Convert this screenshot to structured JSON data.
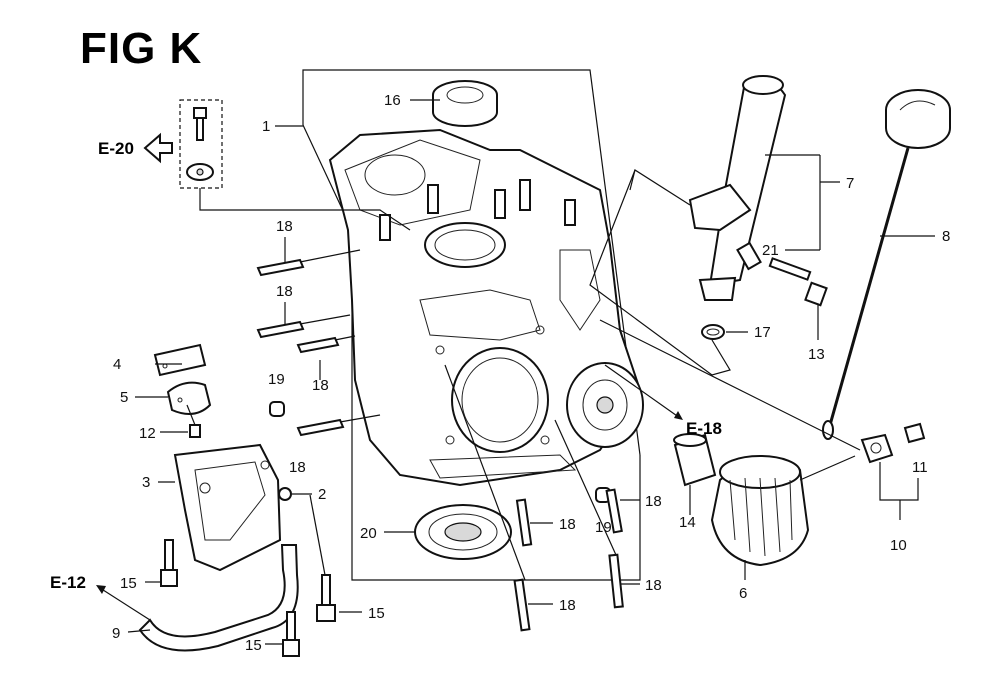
{
  "figure": {
    "title": "FIG K"
  },
  "callouts": {
    "c1": "1",
    "c2": "2",
    "c3": "3",
    "c4": "4",
    "c5": "5",
    "c6": "6",
    "c7": "7",
    "c8": "8",
    "c9": "9",
    "c10": "10",
    "c11": "11",
    "c12": "12",
    "c13": "13",
    "c14": "14",
    "c15a": "15",
    "c15b": "15",
    "c15c": "15",
    "c16": "16",
    "c17": "17",
    "c18a": "18",
    "c18b": "18",
    "c18c": "18",
    "c18d": "18",
    "c18e": "18",
    "c18f": "18",
    "c18g": "18",
    "c18h": "18",
    "c19a": "19",
    "c19b": "19",
    "c20": "20",
    "c21": "21"
  },
  "references": {
    "e20": "E-20",
    "e18": "E-18",
    "e12": "E-12"
  }
}
